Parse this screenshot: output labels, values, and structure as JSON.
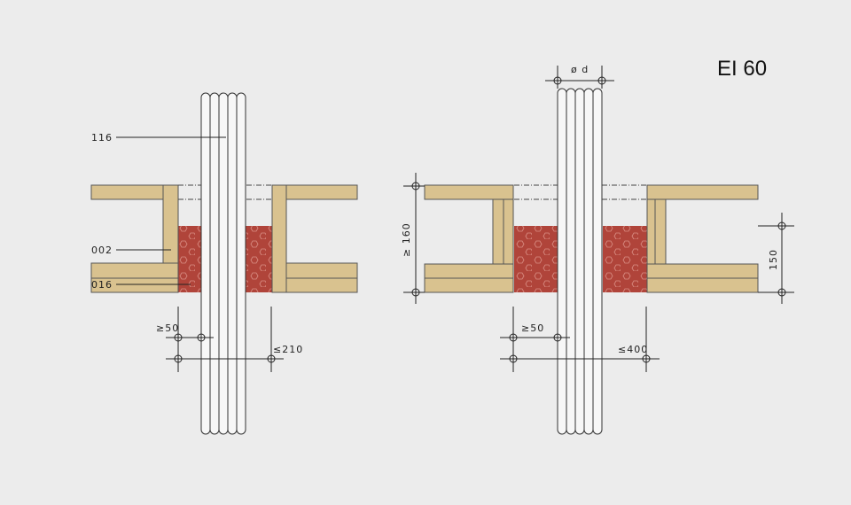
{
  "title": "EI 60",
  "left": {
    "callouts": [
      "116",
      "002",
      "016"
    ],
    "dims": {
      "min_gap": "≥50",
      "max_width": "≤210"
    }
  },
  "right": {
    "dims": {
      "diameter": "ø d",
      "min_gap": "≥50",
      "max_width": "≤400",
      "wall_thickness": "≥ 160",
      "seal_depth": "150"
    }
  },
  "colors": {
    "background": "#ececec",
    "wood": "#d9c28f",
    "fire_seal": "#b0443a",
    "hex_pattern": "#d98e84",
    "cable": "#f7f7f7"
  }
}
